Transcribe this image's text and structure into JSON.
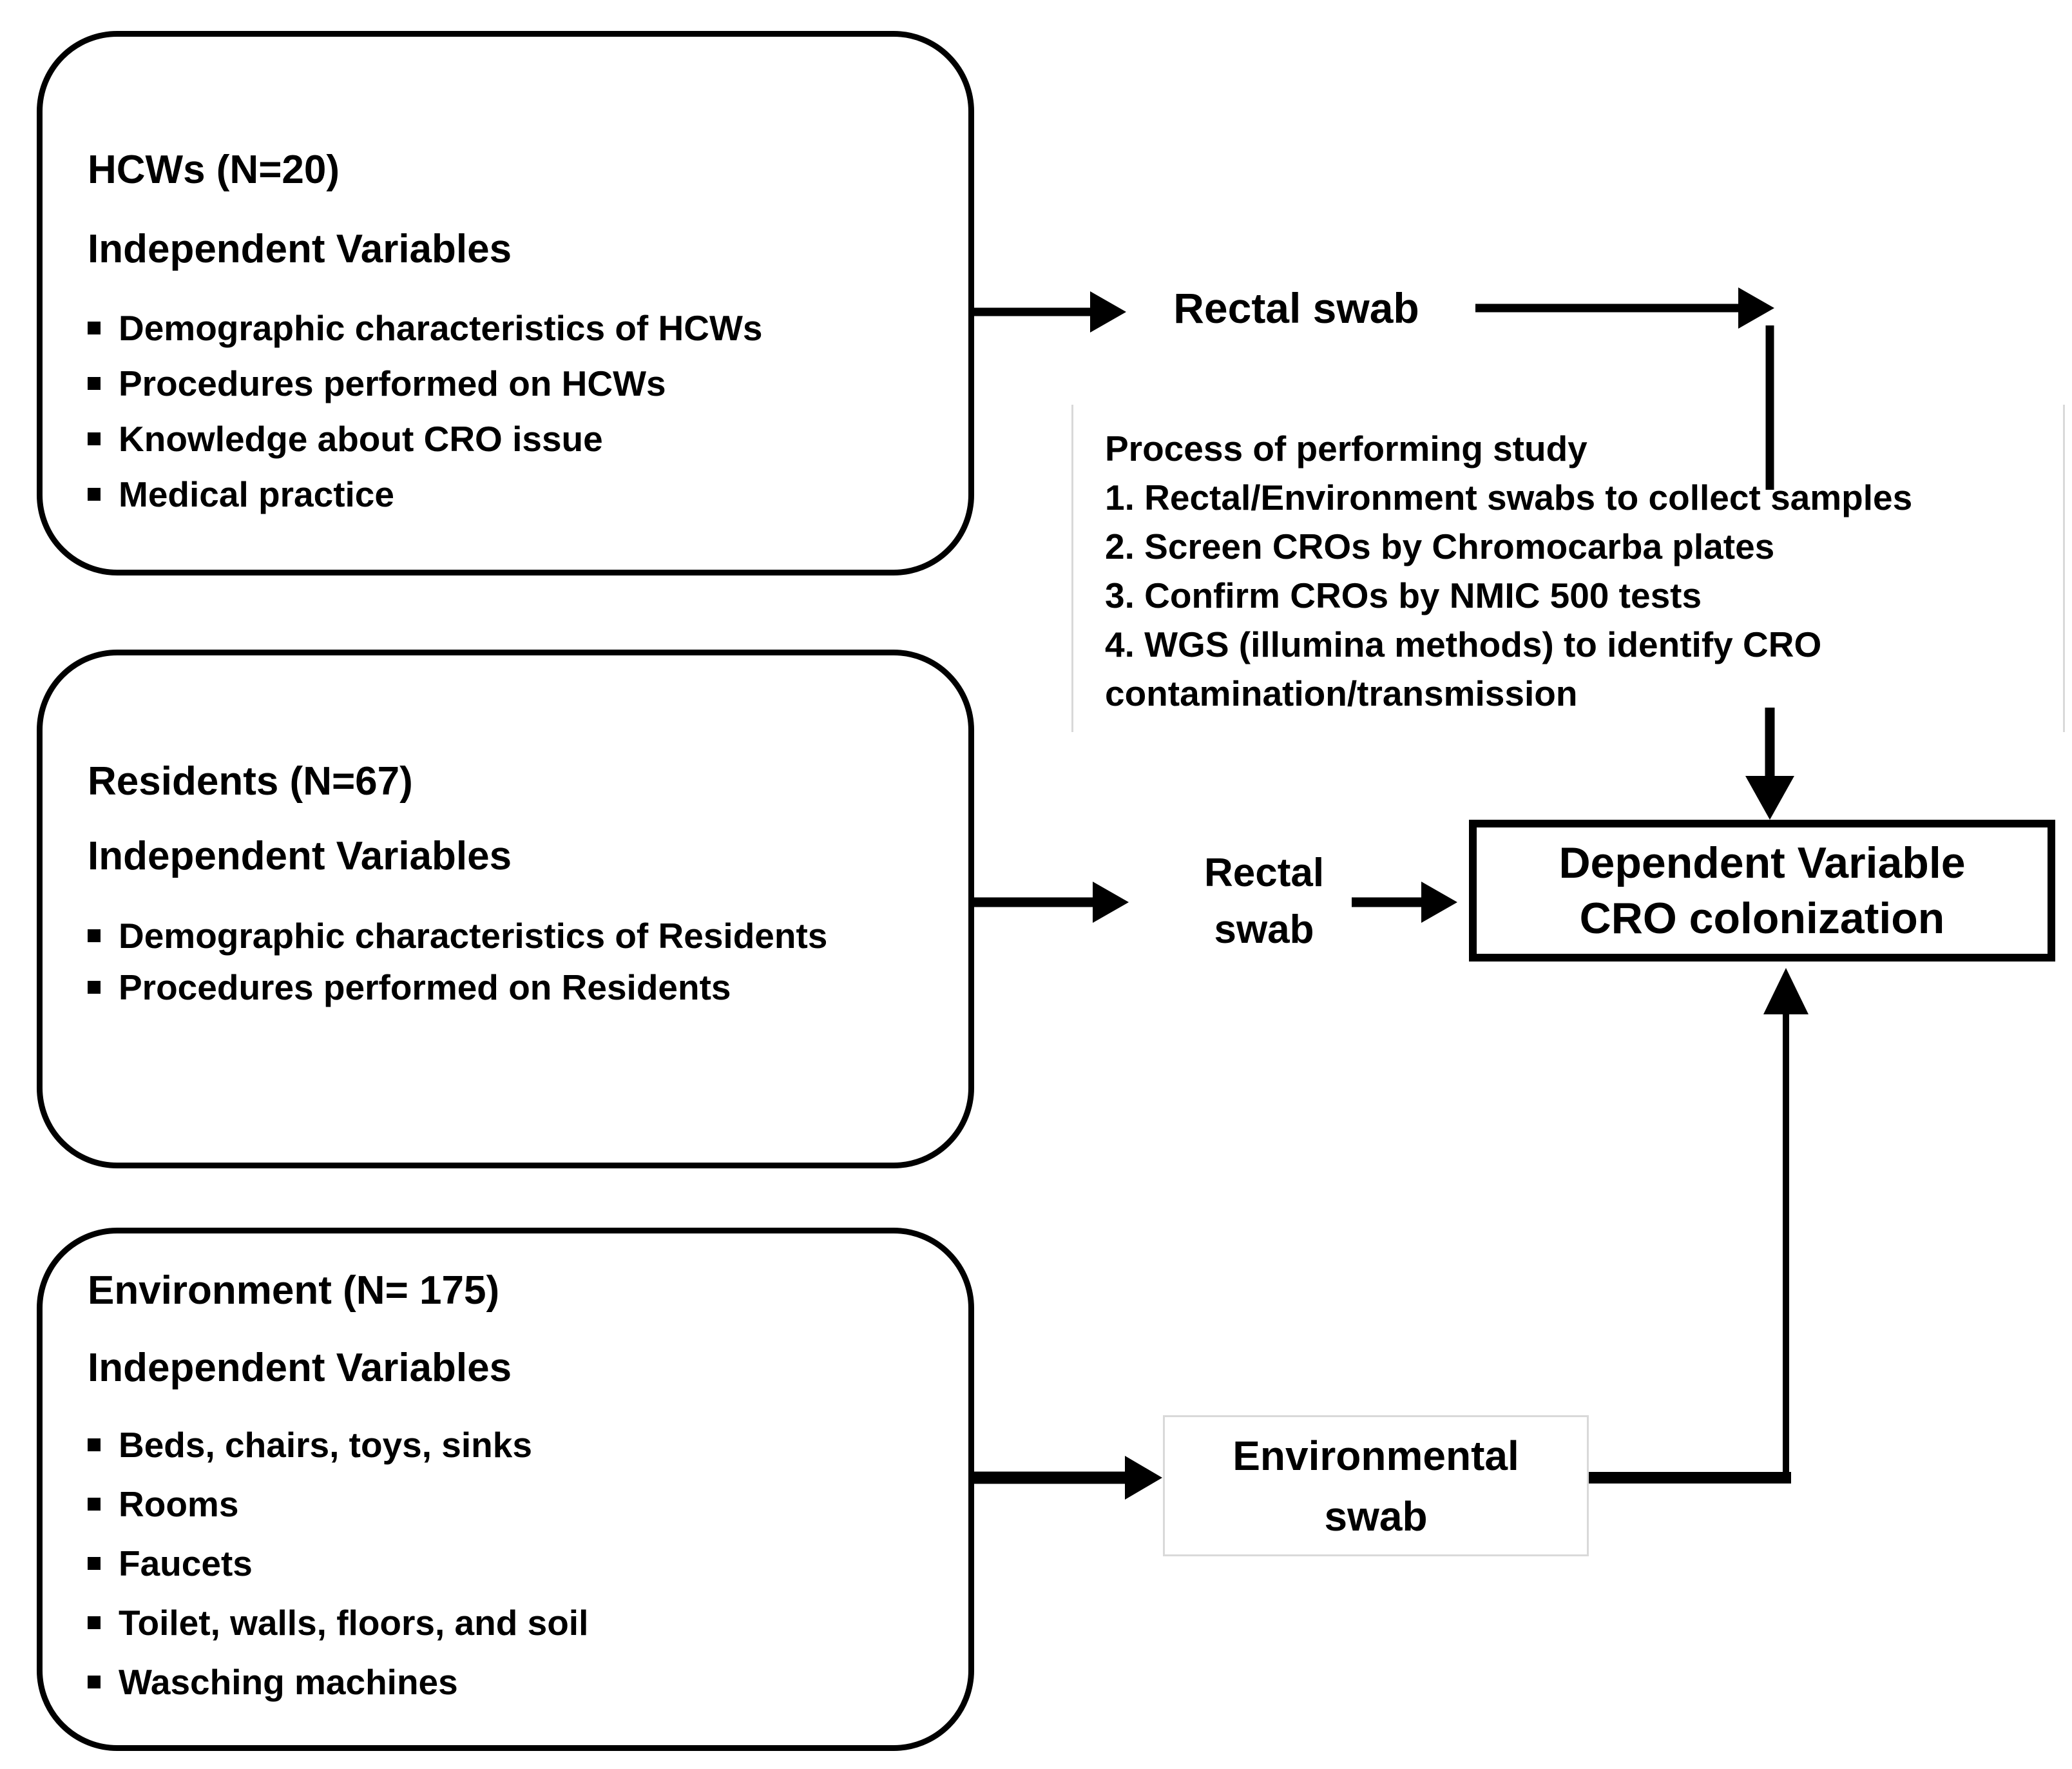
{
  "boxes": {
    "hcws": {
      "title": "HCWs (N=20)",
      "subtitle": "Independent Variables",
      "bullets": [
        "Demographic characteristics of HCWs",
        "Procedures performed on HCWs",
        "Knowledge about CRO issue",
        "Medical practice"
      ]
    },
    "residents": {
      "title": "Residents (N=67)",
      "subtitle": "Independent Variables",
      "bullets": [
        "Demographic characteristics of Residents",
        "Procedures performed on Residents"
      ]
    },
    "environment": {
      "title": "Environment (N= 175)",
      "subtitle": "Independent Variables",
      "bullets": [
        "Beds, chairs, toys, sinks",
        "Rooms",
        "Faucets",
        "Toilet, walls, floors, and soil",
        "Wasching machines"
      ]
    }
  },
  "swab_labels": {
    "hcws_swab": "Rectal swab",
    "residents_swab": [
      "Rectal",
      "swab"
    ],
    "environment_swab": [
      "Environmental",
      "swab"
    ]
  },
  "process_panel": {
    "title": "Process of performing study",
    "steps": [
      "1. Rectal/Environment swabs to collect samples",
      "2. Screen CROs by Chromocarba plates",
      "3. Confirm CROs by NMIC 500 tests",
      "4. WGS (illumina methods) to identify CRO",
      "contamination/transmission"
    ]
  },
  "dependent_box": {
    "lines": [
      "Dependent Variable",
      "CRO colonization"
    ]
  },
  "colors": {
    "ink": "#000000",
    "panel_border": "#d9d9d9",
    "background": "#ffffff"
  }
}
